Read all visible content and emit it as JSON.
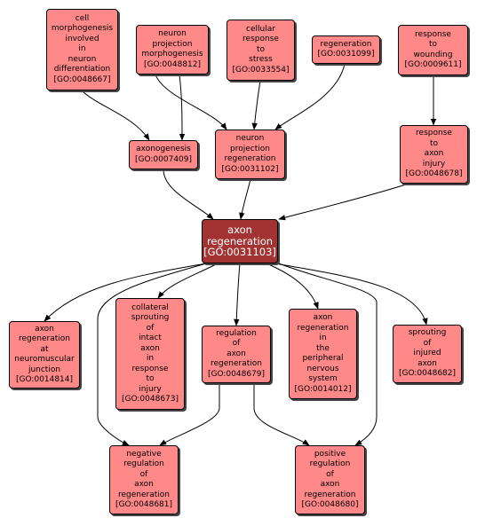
{
  "nodes": {
    "cell_morphogenesis": {
      "label": [
        "cell",
        "morphogenesis",
        "involved",
        "in",
        "neuron",
        "differentiation"
      ],
      "id": "[GO:0048667]"
    },
    "neuron_projection_morphogenesis": {
      "label": [
        "neuron",
        "projection",
        "morphogenesis"
      ],
      "id": "[GO:0048812]"
    },
    "cellular_response_to_stress": {
      "label": [
        "cellular",
        "response",
        "to",
        "stress"
      ],
      "id": "[GO:0033554]"
    },
    "regeneration": {
      "label": [
        "regeneration"
      ],
      "id": "[GO:0031099]"
    },
    "response_to_wounding": {
      "label": [
        "response",
        "to",
        "wounding"
      ],
      "id": "[GO:0009611]"
    },
    "axonogenesis": {
      "label": [
        "axonogenesis"
      ],
      "id": "[GO:0007409]"
    },
    "neuron_projection_regeneration": {
      "label": [
        "neuron",
        "projection",
        "regeneration"
      ],
      "id": "[GO:0031102]"
    },
    "response_to_axon_injury": {
      "label": [
        "response",
        "to",
        "axon",
        "injury"
      ],
      "id": "[GO:0048678]"
    },
    "axon_regeneration": {
      "label": [
        "axon",
        "regeneration"
      ],
      "id": "[GO:0031103]"
    },
    "axon_regeneration_nmj": {
      "label": [
        "axon",
        "regeneration",
        "at",
        "neuromuscular",
        "junction"
      ],
      "id": "[GO:0014814]"
    },
    "collateral_sprouting": {
      "label": [
        "collateral",
        "sprouting",
        "of",
        "intact",
        "axon",
        "in",
        "response",
        "to",
        "injury"
      ],
      "id": "[GO:0048673]"
    },
    "regulation_axon_regeneration": {
      "label": [
        "regulation",
        "of",
        "axon",
        "regeneration"
      ],
      "id": "[GO:0048679]"
    },
    "axon_regeneration_pns": {
      "label": [
        "axon",
        "regeneration",
        "in",
        "the",
        "peripheral",
        "nervous",
        "system"
      ],
      "id": "[GO:0014012]"
    },
    "sprouting_injured_axon": {
      "label": [
        "sprouting",
        "of",
        "injured",
        "axon"
      ],
      "id": "[GO:0048682]"
    },
    "negative_regulation": {
      "label": [
        "negative",
        "regulation",
        "of",
        "axon",
        "regeneration"
      ],
      "id": "[GO:0048681]"
    },
    "positive_regulation": {
      "label": [
        "positive",
        "regulation",
        "of",
        "axon",
        "regeneration"
      ],
      "id": "[GO:0048680]"
    }
  },
  "colors": {
    "node_fill": "#ff8888",
    "focus_fill": "#a33333",
    "edge": "#000000"
  }
}
